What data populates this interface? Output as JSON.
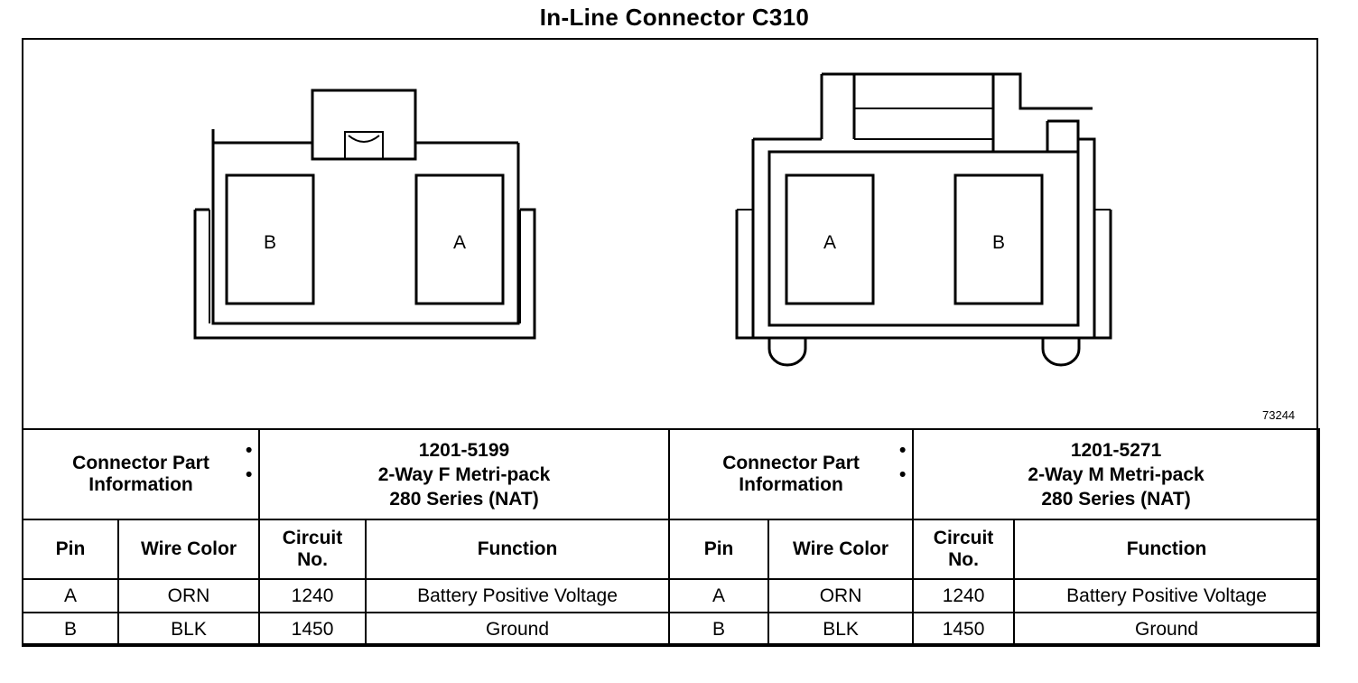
{
  "title": "In-Line Connector C310",
  "figure_number": "73244",
  "connectors": [
    {
      "cavity_labels": [
        "B",
        "A"
      ],
      "part_info_label": "Connector Part Information",
      "part_info": [
        "1201-5199",
        "2-Way F Metri-pack",
        "280 Series (NAT)"
      ]
    },
    {
      "cavity_labels": [
        "A",
        "B"
      ],
      "part_info_label": "Connector Part Information",
      "part_info": [
        "1201-5271",
        "2-Way M Metri-pack",
        "280 Series (NAT)"
      ]
    }
  ],
  "columns": {
    "left": [
      "Pin",
      "Wire Color",
      "Circuit No.",
      "Function"
    ],
    "right": [
      "Pin",
      "Wire Color",
      "Circuit No.",
      "Function"
    ]
  },
  "rows": {
    "left": [
      {
        "pin": "A",
        "color": "ORN",
        "circuit": "1240",
        "function": "Battery Positive Voltage"
      },
      {
        "pin": "B",
        "color": "BLK",
        "circuit": "1450",
        "function": "Ground"
      }
    ],
    "right": [
      {
        "pin": "A",
        "color": "ORN",
        "circuit": "1240",
        "function": "Battery Positive Voltage"
      },
      {
        "pin": "B",
        "color": "BLK",
        "circuit": "1450",
        "function": "Ground"
      }
    ]
  }
}
